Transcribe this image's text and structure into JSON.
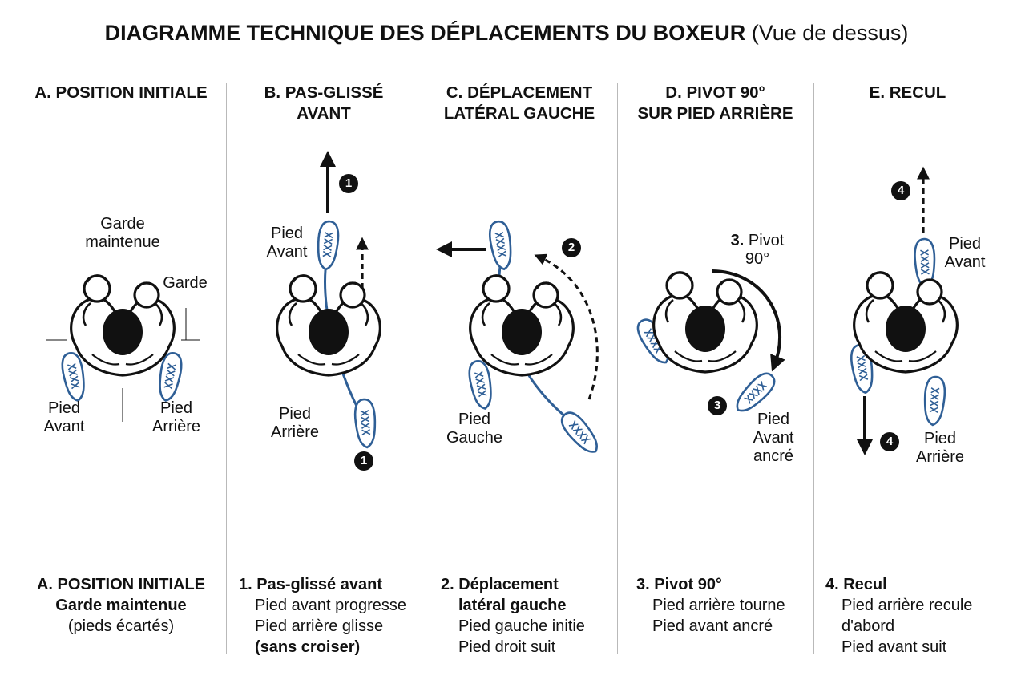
{
  "title": {
    "main": "DIAGRAMME TECHNIQUE DES DÉPLACEMENTS DU BOXEUR",
    "sub": "(Vue de dessus)"
  },
  "colors": {
    "ink": "#111111",
    "foot": "#2f5f96",
    "divider": "#b9b9b9"
  },
  "panels": [
    {
      "heading": [
        "A. POSITION INITIALE"
      ],
      "labels": {
        "guard_top": "Garde\nmaintenue",
        "guard_side": "Garde",
        "front_foot": "Pied\nAvant",
        "rear_foot": "Pied\nArrière"
      },
      "caption": [
        "A. POSITION INITIALE",
        "Garde maintenue",
        "(pieds écartés)"
      ]
    },
    {
      "heading": [
        "B. PAS-GLISSÉ",
        "AVANT"
      ],
      "labels": {
        "front_foot": "Pied\nAvant",
        "rear_foot": "Pied\nArrière"
      },
      "badges": [
        "1",
        "1"
      ],
      "caption": [
        "1. Pas-glissé avant",
        "Pied avant progresse",
        "Pied arrière glisse",
        "(sans croiser)"
      ]
    },
    {
      "heading": [
        "C. DÉPLACEMENT",
        "LATÉRAL GAUCHE"
      ],
      "labels": {
        "left_foot": "Pied\nGauche"
      },
      "badges": [
        "2"
      ],
      "caption": [
        "2. Déplacement",
        "latéral gauche",
        "Pied gauche initie",
        "Pied droit suit"
      ]
    },
    {
      "heading": [
        "D. PIVOT 90°",
        "SUR PIED ARRIÈRE"
      ],
      "labels": {
        "pivot_num": "3.",
        "pivot_text": "Pivot\n90°",
        "anchored_foot": "Pied\nAvant\nancré"
      },
      "badges": [
        "3"
      ],
      "caption": [
        "3. Pivot 90°",
        "Pied arrière tourne",
        "Pied avant ancré"
      ]
    },
    {
      "heading": [
        "E. RECUL"
      ],
      "labels": {
        "front_foot": "Pied\nAvant",
        "rear_foot": "Pied\nArrière"
      },
      "badges": [
        "4",
        "4"
      ],
      "caption": [
        "4. Recul",
        "Pied arrière recule",
        "d'abord",
        "Pied avant suit"
      ]
    }
  ],
  "icons": [
    "boxer-icon",
    "shoe-icon",
    "arrow-icon",
    "curved-arrow-icon"
  ]
}
